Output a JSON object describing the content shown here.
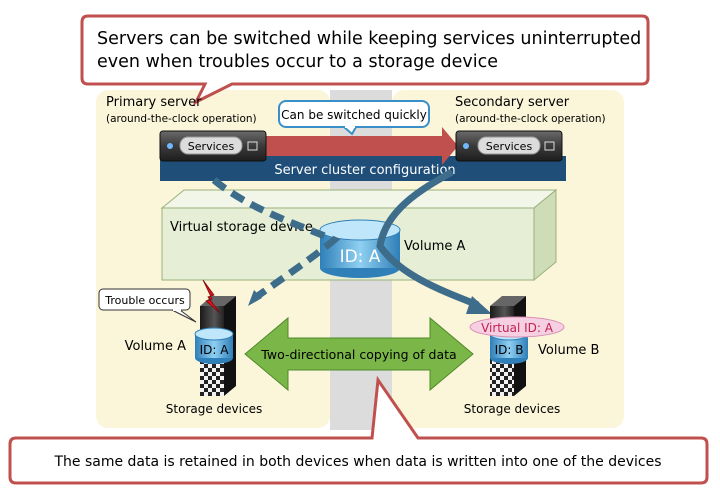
{
  "callouts": {
    "top_line1": "Servers can be switched while keeping services uninterrupted",
    "top_line2": "even when troubles occur to a storage device",
    "bottom": "The same data is retained in both devices when data is written into one of the devices"
  },
  "primary": {
    "title": "Primary server",
    "subtitle": "(around-the-clock operation)",
    "services": "Services"
  },
  "secondary": {
    "title": "Secondary server",
    "subtitle": "(around-the-clock operation)",
    "services": "Services"
  },
  "switch_label": "Can be switched quickly",
  "cluster_label": "Server cluster configuration",
  "virtual_storage": {
    "label": "Virtual storage device",
    "cylinder_label": "ID: A",
    "volume_label": "Volume A"
  },
  "left_storage": {
    "trouble_label": "Trouble occurs",
    "volume_label": "Volume A",
    "id_label": "ID: A",
    "caption": "Storage devices"
  },
  "right_storage": {
    "virtual_id": "Virtual ID: A",
    "volume_label": "Volume B",
    "id_label": "ID: B",
    "caption": "Storage devices"
  },
  "copy_label": "Two-directional copying of data",
  "colors": {
    "callout_border": "#c0504d",
    "server_panel": "#fbf6d9",
    "cluster_bar": "#1f4e79",
    "virtual_box": "#e6efd6",
    "copy_arrow": "#7ab648",
    "path_arrow": "#3e6d8c",
    "switch_arrow": "#c0504d",
    "virtual_id_badge": "#f6cfe2"
  }
}
